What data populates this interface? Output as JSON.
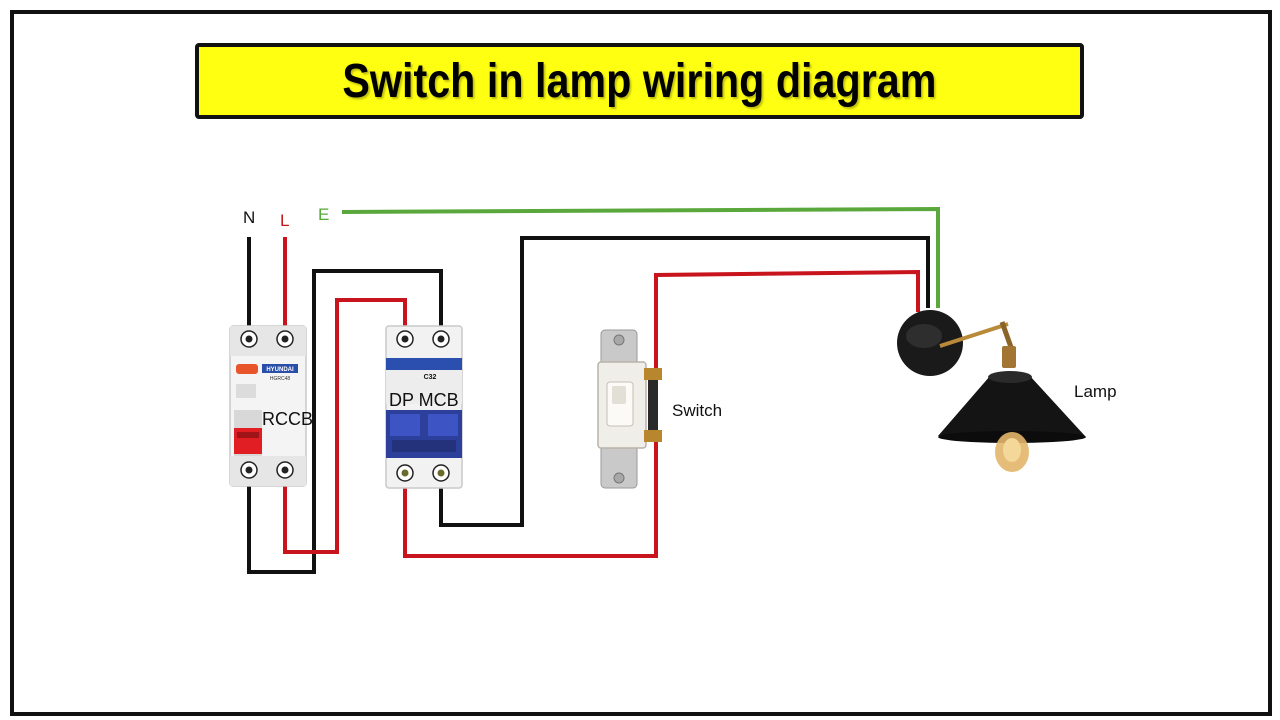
{
  "title": "Switch in lamp wiring diagram",
  "terminals": {
    "neutral": "N",
    "live": "L",
    "earth": "E"
  },
  "components": {
    "rccb": {
      "label": "RCCB",
      "brand": "HYUNDAI",
      "model": "HGRC48"
    },
    "dp_mcb": {
      "label": "DP MCB",
      "rating": "C32"
    },
    "switch": {
      "label": "Switch"
    },
    "lamp": {
      "label": "Lamp"
    }
  },
  "colors": {
    "live_wire": "#c8141c",
    "neutral_wire": "#111111",
    "earth_wire": "#5aa83c",
    "title_background": "#ffff12"
  }
}
